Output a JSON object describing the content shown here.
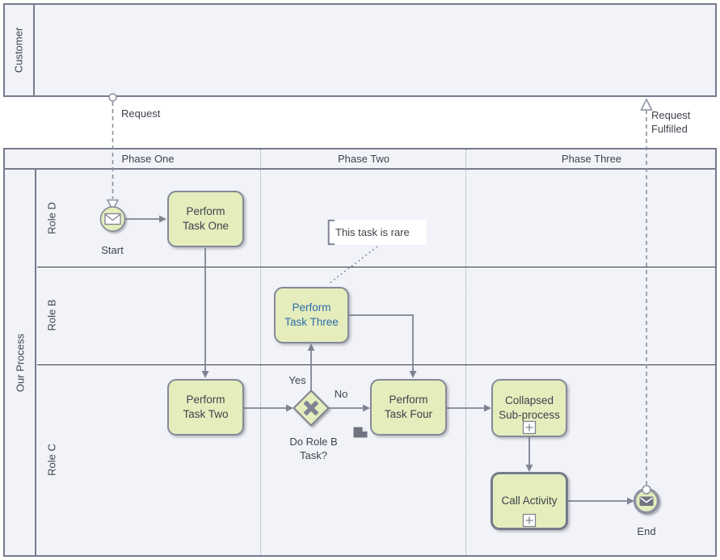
{
  "pools": {
    "customer": {
      "label": "Customer"
    },
    "process": {
      "label": "Our Process"
    }
  },
  "phases": {
    "one": "Phase One",
    "two": "Phase Two",
    "three": "Phase Three"
  },
  "lanes": {
    "role_d": "Role D",
    "role_b": "Role B",
    "role_c": "Role C"
  },
  "events": {
    "start": "Start",
    "end": "End"
  },
  "tasks": {
    "one": "Perform\nTask One",
    "two": "Perform\nTask Two",
    "three": "Perform\nTask Three",
    "four": "Perform\nTask Four",
    "subprocess": "Collapsed\nSub-process",
    "call": "Call Activity"
  },
  "gateway": {
    "question": "Do Role B\nTask?",
    "yes": "Yes",
    "no": "No"
  },
  "message_flows": {
    "request": "Request",
    "request_fulfilled": "Request\nFulfilled"
  },
  "annotation": "This task is rare",
  "colors": {
    "pool_fill": "#f2f3f8",
    "pool_border": "#767b8c",
    "lane_line": "#33363d",
    "phase_dot": "#9aa0ac",
    "task_fill": "#e5edbc",
    "task_border": "#848a99",
    "connector": "#7f8494",
    "msgflow": "#8a90a0",
    "text": "#3e434c",
    "task3_text": "#2c6bab",
    "icon_dark": "#6e7380"
  }
}
